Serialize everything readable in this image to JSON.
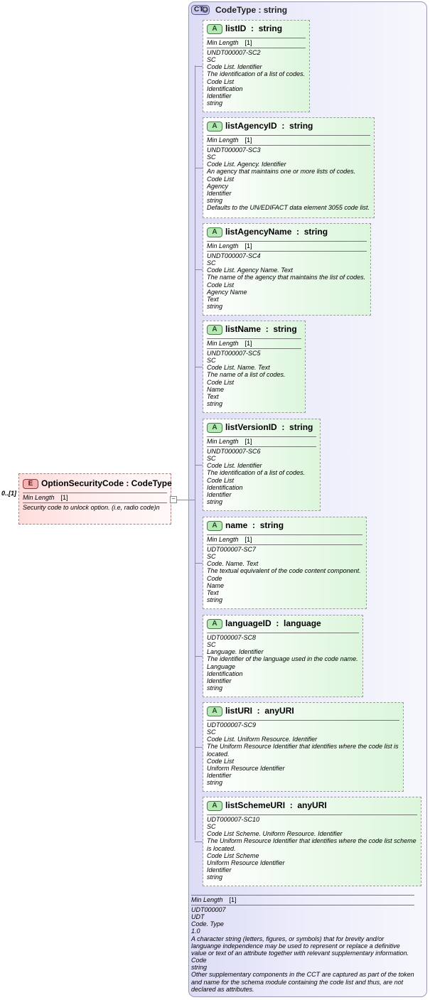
{
  "element": {
    "badge": "E",
    "title": "OptionSecurityCode : CodeType",
    "cardinality": "0..[1]",
    "facet_label": "Min Length",
    "facet_value": "[1]",
    "doc": "Security code to unlock option. (i.e, radio code)n",
    "expander_symbol": "−"
  },
  "complex_type": {
    "badge": "CT",
    "badge_icon": "+",
    "title": "CodeType : string",
    "facet_label": "Min Length",
    "facet_value": "[1]",
    "doc": [
      "UDT000007",
      "UDT",
      "Code. Type",
      "1.0",
      "A character string (letters, figures, or symbols) that for brevity and/or languange independence may be used to represent or replace a definitive value or text of an attribute together with relevant supplementary information.",
      "Code",
      "string",
      "Other supplementary components in the CCT are captured as part of the token and name for the schema module containing the code list and thus, are not declared as attributes."
    ]
  },
  "attributes": [
    {
      "badge": "A",
      "name": "listID",
      "type": "string",
      "has_facet": true,
      "facet_label": "Min Length",
      "facet_value": "[1]",
      "doc": [
        "UNDT000007-SC2",
        "SC",
        "Code List. Identifier",
        "The identification of a list of codes.",
        "Code List",
        "Identification",
        "Identifier",
        "string"
      ]
    },
    {
      "badge": "A",
      "name": "listAgencyID",
      "type": "string",
      "has_facet": true,
      "facet_label": "Min Length",
      "facet_value": "[1]",
      "doc": [
        "UNDT000007-SC3",
        "SC",
        "Code List. Agency. Identifier",
        "An agency that maintains one or more lists of codes.",
        "Code List",
        "Agency",
        "Identifier",
        "string",
        "Defaults to the UN/EDIFACT data element 3055 code list."
      ]
    },
    {
      "badge": "A",
      "name": "listAgencyName",
      "type": "string",
      "has_facet": true,
      "facet_label": "Min Length",
      "facet_value": "[1]",
      "doc": [
        "UNDT000007-SC4",
        "SC",
        "Code List. Agency Name. Text",
        "The name of the agency that maintains the list of codes.",
        "Code List",
        "Agency Name",
        "Text",
        "string"
      ]
    },
    {
      "badge": "A",
      "name": "listName",
      "type": "string",
      "has_facet": true,
      "facet_label": "Min Length",
      "facet_value": "[1]",
      "doc": [
        "UNDT000007-SC5",
        "SC",
        "Code List. Name. Text",
        "The name of a list of codes.",
        "Code List",
        "Name",
        "Text",
        "string"
      ]
    },
    {
      "badge": "A",
      "name": "listVersionID",
      "type": "string",
      "has_facet": true,
      "facet_label": "Min Length",
      "facet_value": "[1]",
      "doc": [
        "UNDT000007-SC6",
        "SC",
        "Code List. Identifier",
        "The identification of a list of codes.",
        "Code List",
        "Identification",
        "Identifier",
        "string"
      ]
    },
    {
      "badge": "A",
      "name": "name",
      "type": "string",
      "has_facet": true,
      "facet_label": "Min Length",
      "facet_value": "[1]",
      "doc": [
        "UDT000007-SC7",
        "SC",
        "Code. Name. Text",
        "The textual equivalent of the code content component.",
        "Code",
        "Name",
        "Text",
        "string"
      ]
    },
    {
      "badge": "A",
      "name": "languageID",
      "type": "language",
      "has_facet": false,
      "doc": [
        "UDT000007-SC8",
        "SC",
        "Language. Identifier",
        "The identifier of the language used in the code name.",
        "Language",
        "Identification",
        "Identifier",
        "string"
      ]
    },
    {
      "badge": "A",
      "name": "listURI",
      "type": "anyURI",
      "has_facet": false,
      "doc": [
        "UDT000007-SC9",
        "SC",
        "Code List. Uniform Resource. Identifier",
        "The Uniform Resource Identifier that identifies where the code list is located.",
        "Code List",
        "Uniform Resource Identifier",
        "Identifier",
        "string"
      ]
    },
    {
      "badge": "A",
      "name": "listSchemeURI",
      "type": "anyURI",
      "has_facet": false,
      "doc": [
        "UDT000007-SC10",
        "SC",
        "Code List Scheme. Uniform Resource. Identifier",
        "The Uniform Resource Identifier that identifies where the code list scheme is located.",
        "Code List Scheme",
        "Uniform Resource Identifier",
        "Identifier",
        "string"
      ]
    }
  ]
}
